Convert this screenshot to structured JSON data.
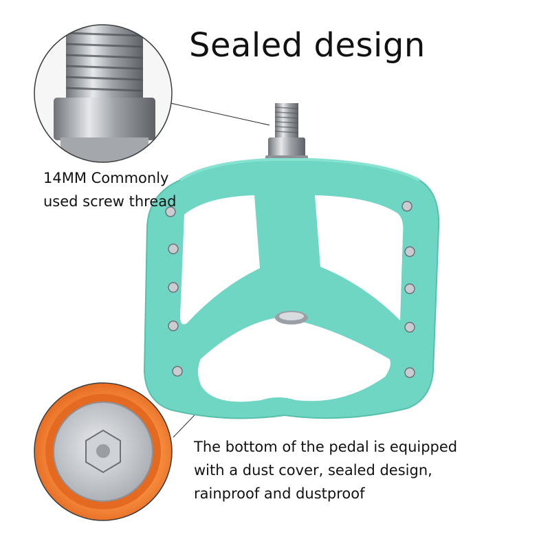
{
  "title": "Sealed design",
  "callouts": {
    "thread": {
      "lines": [
        "14MM Commonly",
        "used screw thread"
      ]
    },
    "dust_cover": {
      "lines": [
        "The bottom of the pedal is equipped",
        "with a dust cover, sealed design,",
        "rainproof and dustproof"
      ]
    }
  },
  "colors": {
    "pedal": "#6fd6c3",
    "pedal_shade": "#5cc2af",
    "metal": "#b9bcc0",
    "dust_cover": "#f07a2a"
  },
  "icons": [
    "thread-closeup",
    "dust-cover-closeup",
    "pedal-product"
  ]
}
